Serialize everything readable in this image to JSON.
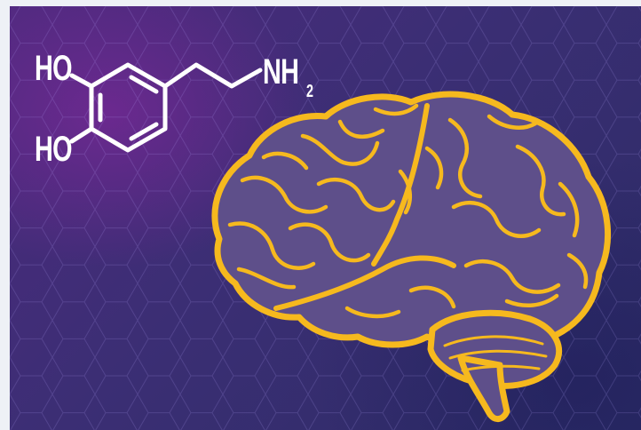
{
  "image": {
    "molecule": {
      "group_top": "HO",
      "group_bottom": "HO",
      "amine": "NH",
      "amine_subscript": "2"
    },
    "colors": {
      "background_purple": "#4d2a7e",
      "background_navy": "#2c2c66",
      "brain_fill": "#5e4f8a",
      "brain_outline": "#f6b91e",
      "structure_lines": "#ffffff"
    }
  }
}
